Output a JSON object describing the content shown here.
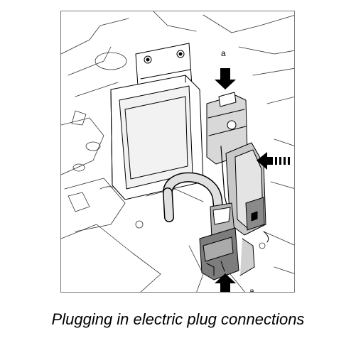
{
  "figure": {
    "callouts": {
      "top": "a",
      "bottom": "a"
    }
  },
  "caption": "Plugging in electric plug connections"
}
